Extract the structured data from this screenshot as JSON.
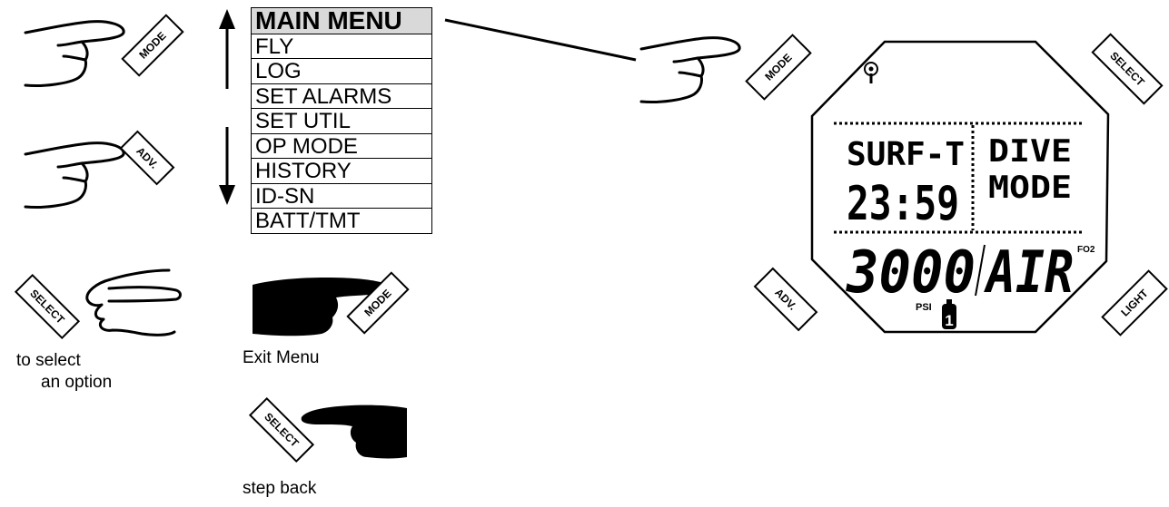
{
  "menu": {
    "title": "MAIN MENU",
    "items": [
      "FLY",
      "LOG",
      "SET ALARMS",
      "SET UTIL",
      "OP MODE",
      "HISTORY",
      "ID-SN",
      "BATT/TMT"
    ]
  },
  "buttons": {
    "mode": "MODE",
    "adv": "ADV.",
    "select": "SELECT",
    "light": "LIGHT"
  },
  "captions": {
    "select_line1": "to select",
    "select_line2": "an option",
    "exit_menu": "Exit Menu",
    "step_back": "step back"
  },
  "display": {
    "surf_label": "SURF-T",
    "time": "23:59",
    "dive_line1": "DIVE",
    "dive_line2": "MODE",
    "pressure": "3000",
    "gas": "AIR",
    "fo2": "FO2",
    "unit": "PSI",
    "tank": "1"
  }
}
